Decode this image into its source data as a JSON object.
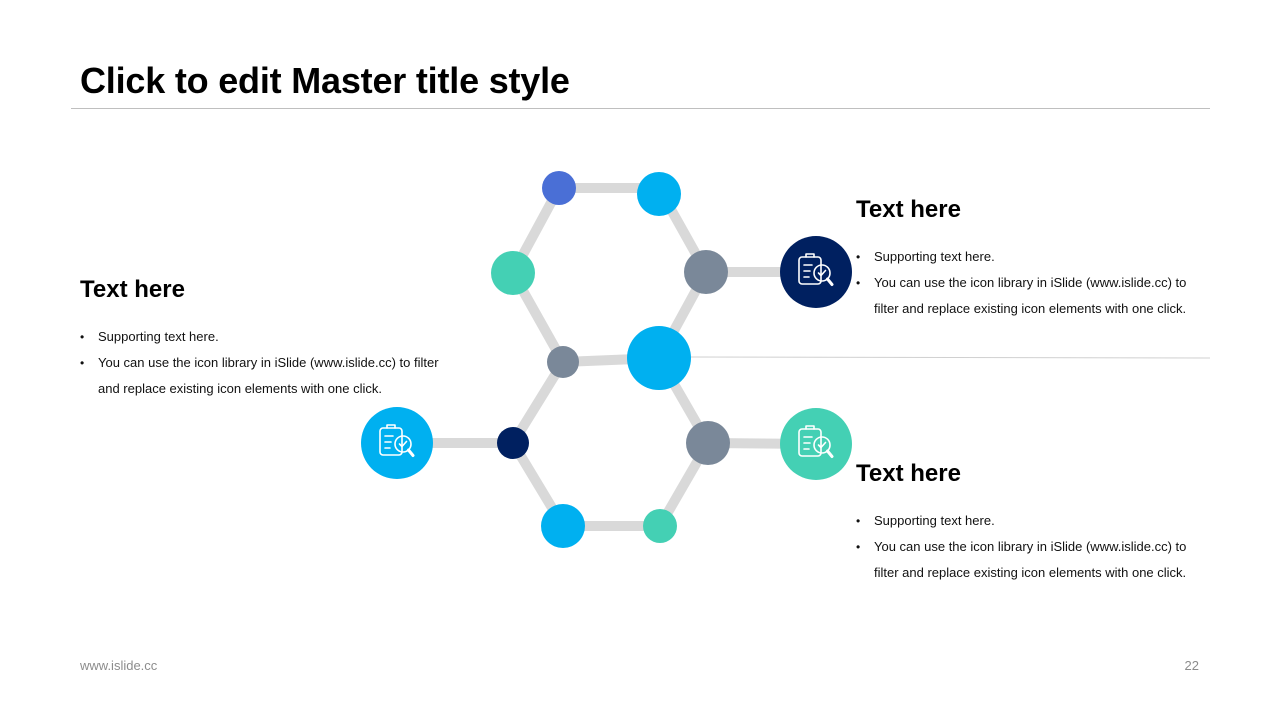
{
  "slide": {
    "title": "Click to edit Master title style",
    "footer_url": "www.islide.cc",
    "page_number": "22"
  },
  "blocks": [
    {
      "heading": "Text here",
      "bullets": [
        "Supporting text here.",
        "You can use the icon library in iSlide  (www.islide.cc) to filter and replace existing icon elements with one click."
      ]
    },
    {
      "heading": "Text here",
      "bullets": [
        "Supporting text here.",
        "You can use the icon library in iSlide  (www.islide.cc) to filter and replace existing icon elements with one click."
      ]
    },
    {
      "heading": "Text here",
      "bullets": [
        "Supporting text here.",
        "You can use the icon library in iSlide  (www.islide.cc) to filter and replace existing icon elements with one click."
      ]
    }
  ],
  "colors": {
    "connector": "#d9d9d9",
    "royal_blue": "#4a6fd6",
    "sky_blue": "#00b0f0",
    "teal": "#44d0b4",
    "slate_gray": "#7a8899",
    "navy": "#002060",
    "divider": "#d0d0d0"
  },
  "icons": {
    "navy_badge": "clipboard-search-icon",
    "sky_badge": "clipboard-search-icon",
    "teal_badge": "clipboard-search-icon"
  }
}
